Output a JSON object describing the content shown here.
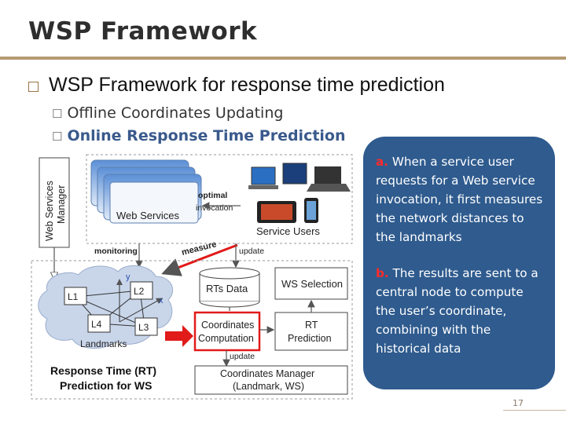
{
  "slide": {
    "title": "WSP Framework",
    "bullet": "WSP Framework for response time prediction",
    "sub_items": [
      "Offline Coordinates Updating",
      "Online Response Time Prediction"
    ],
    "page_number": "17"
  },
  "diagram": {
    "manager_label_line1": "Web Services",
    "manager_label_line2": "Manager",
    "web_services": "Web Services",
    "optimal": "optimal",
    "invocation": "invocation",
    "service_users": "Service Users",
    "monitoring": "monitoring",
    "measure": "measure",
    "update_top": "update",
    "axis_y": "y",
    "axis_x": "x",
    "landmarks": [
      "L1",
      "L2",
      "L4",
      "L3"
    ],
    "landmarks_label": "Landmarks",
    "rts_data": "RTs Data",
    "ws_selection": "WS Selection",
    "coords_comp_line1": "Coordinates",
    "coords_comp_line2": "Computation",
    "rt_pred_line1": "RT",
    "rt_pred_line2": "Prediction",
    "update_bottom": "update",
    "coords_mgr_line1": "Coordinates Manager",
    "coords_mgr_line2": "(Landmark, WS)",
    "rt_title_line1": "Response Time (RT)",
    "rt_title_line2": "Prediction for WS"
  },
  "callout": {
    "a_marker": "a.",
    "a_text": "When a service user requests for a Web service invocation, it first measures the network distances to the landmarks",
    "b_marker": "b.",
    "b_text": "The results are sent to a central node to compute the user’s coordinate, combining with the historical data"
  },
  "colors": {
    "accent_rule": "#b59a72",
    "callout_bg": "#2f5b8e",
    "marker_red": "#ff2a2a",
    "highlight_arrow": "#e11a1a",
    "cloud": "#c9d6ea"
  }
}
